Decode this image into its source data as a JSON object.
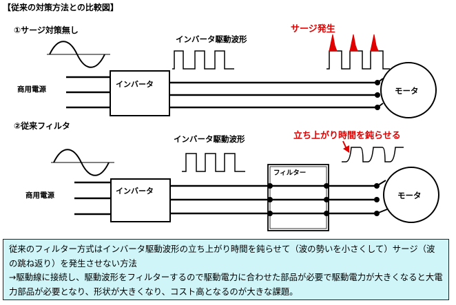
{
  "title": "【従来の対策方法との比較図】",
  "section1": {
    "heading": "①サージ対策無し",
    "waveform_label": "インバータ駆動波形",
    "surge_label": "サージ発生",
    "source_label": "商用電源",
    "inverter_label": "インバータ",
    "motor_label": "モータ"
  },
  "section2": {
    "heading": "②従来フィルタ",
    "waveform_label": "インバータ駆動波形",
    "rise_label": "立ち上がり時間を鈍らせる",
    "filter_label": "フィルター",
    "source_label": "商用電源",
    "inverter_label": "インバータ",
    "motor_label": "モータ"
  },
  "note": {
    "line1": "従来のフィルター方式はインバータ駆動波形の立ち上がり時間を鈍らせて（波の勢いを小さくして）サージ（波の跳ね返り）を発生させない方法",
    "line2": "→駆動線に接続し、駆動波形をフィルターするので駆動電力に合わせた部品が必要で駆動電力が大きくなると大電力部品が必要となり、形状が大きくなり、コスト高となるのが大きな課題。"
  },
  "colors": {
    "accent_red": "#e00000",
    "note_bg": "#cff5f8"
  }
}
